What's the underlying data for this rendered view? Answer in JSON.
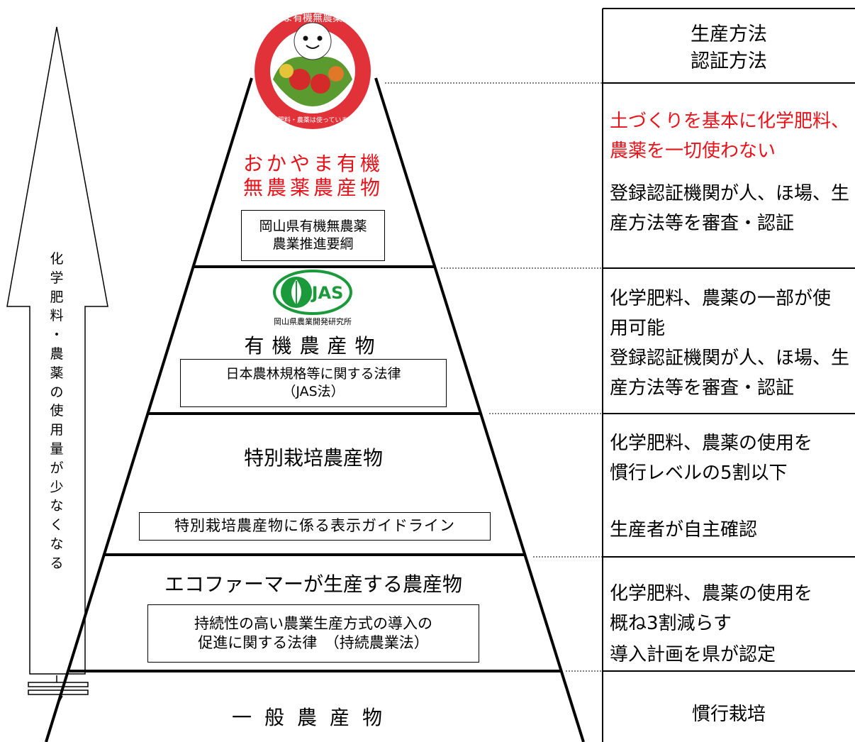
{
  "colors": {
    "accent_red": "#e8131a",
    "line": "#000000",
    "logo_green": "#1a9a3a"
  },
  "arrow": {
    "chars": [
      "化",
      "学",
      "肥",
      "料",
      "・",
      "農",
      "薬",
      "の",
      "使",
      "用",
      "量",
      "が",
      "少",
      "な",
      "く",
      "な",
      "る"
    ]
  },
  "logos": {
    "okayama_ring_text": "おかやま有機無農薬農産物",
    "okayama_bottom_text": "化学肥料・農薬は使っていません",
    "jas_text": "JAS",
    "jas_issuer": "岡山県農業開発研究所"
  },
  "tiers": [
    {
      "title_lines": [
        "おかやま有機",
        "無農薬農産物"
      ],
      "law_lines": [
        "岡山県有機無農薬",
        "農業推進要綱"
      ]
    },
    {
      "title_lines": [
        "有機農産物"
      ],
      "law_lines": [
        "日本農林規格等に関する法律",
        "（JAS法）"
      ]
    },
    {
      "title_lines": [
        "特別栽培農産物"
      ],
      "law_lines": [
        "特別栽培農産物に係る表示ガイドライン"
      ]
    },
    {
      "title_lines": [
        "エコファーマーが生産する農産物"
      ],
      "law_lines": [
        "持続性の高い農業生産方式の導入の",
        "促進に関する法律　（持続農業法）"
      ]
    },
    {
      "title_lines": [
        "一般農産物"
      ]
    }
  ],
  "right_column": {
    "header": [
      "生産方法",
      "認証方法"
    ],
    "rows": [
      {
        "method": [
          "土づくりを基本に化学肥料、",
          "農薬を一切使わない"
        ],
        "certification": [
          "登録認証機関が人、ほ場、生",
          "産方法等を審査・認証"
        ]
      },
      {
        "method": [
          "化学肥料、農薬の一部が使",
          "用可能"
        ],
        "certification": [
          "登録認証機関が人、ほ場、生",
          "産方法等を審査・認証"
        ]
      },
      {
        "method": [
          "化学肥料、農薬の使用を",
          "慣行レベルの5割以下"
        ],
        "certification": [
          "生産者が自主確認"
        ]
      },
      {
        "method": [
          "化学肥料、農薬の使用を",
          "概ね3割減らす"
        ],
        "certification": [
          "導入計画を県が認定"
        ]
      },
      {
        "method": [
          "慣行栽培"
        ]
      }
    ]
  }
}
